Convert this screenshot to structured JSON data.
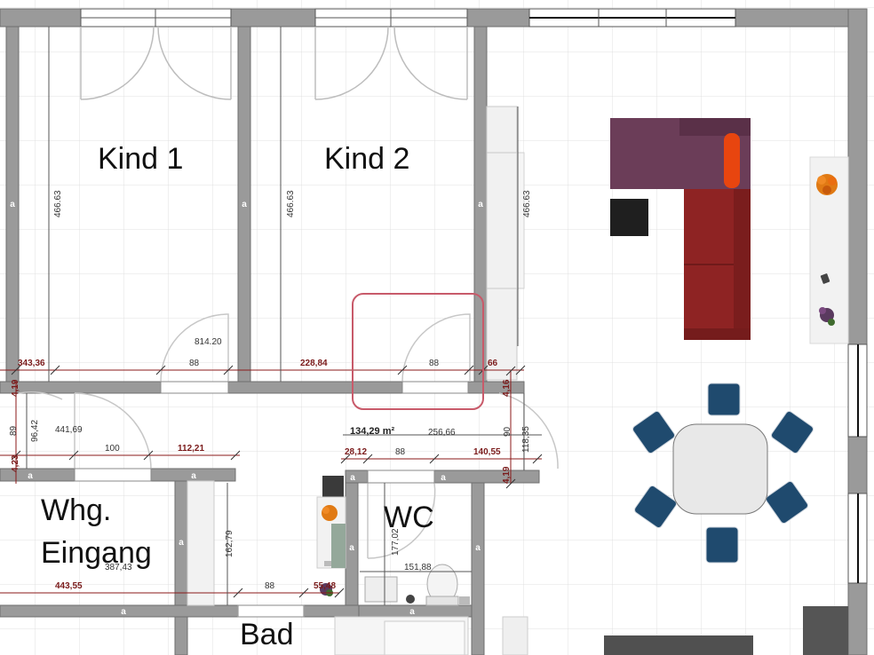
{
  "rooms": {
    "kind1": "Kind 1",
    "kind2": "Kind 2",
    "wc": "WC",
    "eingang_line1": "Whg.",
    "eingang_line2": "Eingang",
    "bad": "Bad"
  },
  "area_label": "134,29 m²",
  "wall_marker": "a",
  "dimensions": {
    "kind1_height": "466.63",
    "kind2_height": "466.63",
    "right_height": "466.63",
    "width_814": "814.20",
    "d343": "343,36",
    "d88a": "88",
    "d228": "228,84",
    "d88b": "88",
    "d66": "66",
    "d4_19": "4,19",
    "d96_42": "96,42",
    "d441": "441,69",
    "d100": "100",
    "d112": "112,21",
    "d88c": "88",
    "d256": "256,66",
    "d28": "28,12",
    "d140": "140,55",
    "d90": "90",
    "d118": "118,35",
    "d4_16": "4,16",
    "d4_19b": "4,19",
    "d4_23": "4,23",
    "d89": "89",
    "d162": "162,79",
    "d387": "387,43",
    "d443": "443,55",
    "d88d": "88",
    "d55": "55,48",
    "d177": "177,02",
    "d151": "151,88"
  },
  "colors": {
    "wall": "#9a9a9a",
    "grid": "#e1e1e1",
    "dimension_line": "#8b1a1a",
    "selection": "#c85a6a",
    "sofa_purple": "#6b3d58",
    "sofa_red": "#8e2323",
    "cushion": "#e8450f",
    "chair_blue": "#1f4a6e",
    "table": "#e8e8e8"
  },
  "icons": {
    "plant_orange": "plant-orange-icon",
    "plant_purple": "plant-purple-icon",
    "phone": "phone-icon"
  }
}
